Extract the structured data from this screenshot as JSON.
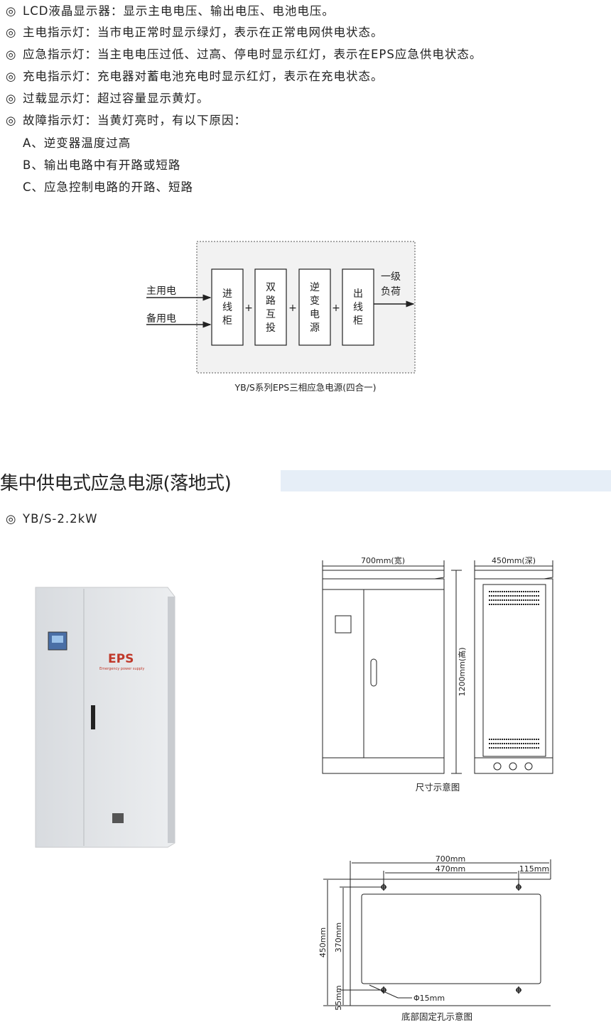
{
  "features": [
    "LCD液晶显示器：显示主电电压、输出电压、电池电压。",
    "主电指示灯：当市电正常时显示绿灯，表示在正常电网供电状态。",
    "应急指示灯：当主电电压过低、过高、停电时显示红灯，表示在EPS应急供电状态。",
    "充电指示灯：充电器对蓄电池充电时显示红灯，表示在充电状态。",
    "过载显示灯：超过容量显示黄灯。",
    "故障指示灯：当黄灯亮时，有以下原因："
  ],
  "bullet": "◎",
  "causes": [
    "A、逆变器温度过高",
    "B、输出电路中有开路或短路",
    "C、应急控制电路的开路、短路"
  ],
  "diagram": {
    "inputs": [
      "主用电",
      "备用电"
    ],
    "boxes": [
      [
        "进",
        "线",
        "柜"
      ],
      [
        "双",
        "路",
        "互",
        "投"
      ],
      [
        "逆",
        "变",
        "电",
        "源"
      ],
      [
        "出",
        "线",
        "柜"
      ]
    ],
    "plus": "+",
    "output": [
      "一级",
      "负荷"
    ],
    "caption": "YB/S系列EPS三相应急电源(四合一)"
  },
  "section": {
    "title": "集中供电式应急电源(落地式)",
    "model": "YB/S-2.2kW",
    "accent": "#e6eef7"
  },
  "product": {
    "logo": "EPS",
    "logo_sub": "Emergency power supply"
  },
  "dimensions": {
    "width": "700mm(宽)",
    "depth": "450mm(深)",
    "height": "1200mm(高)",
    "caption": "尺寸示意图"
  },
  "base": {
    "w": "700mm",
    "span": "470mm",
    "edge": "115mm",
    "depth": "450mm",
    "span_d": "370mm",
    "edge_d": "55mm",
    "hole": "Φ15mm",
    "caption": "底部固定孔示意图"
  }
}
